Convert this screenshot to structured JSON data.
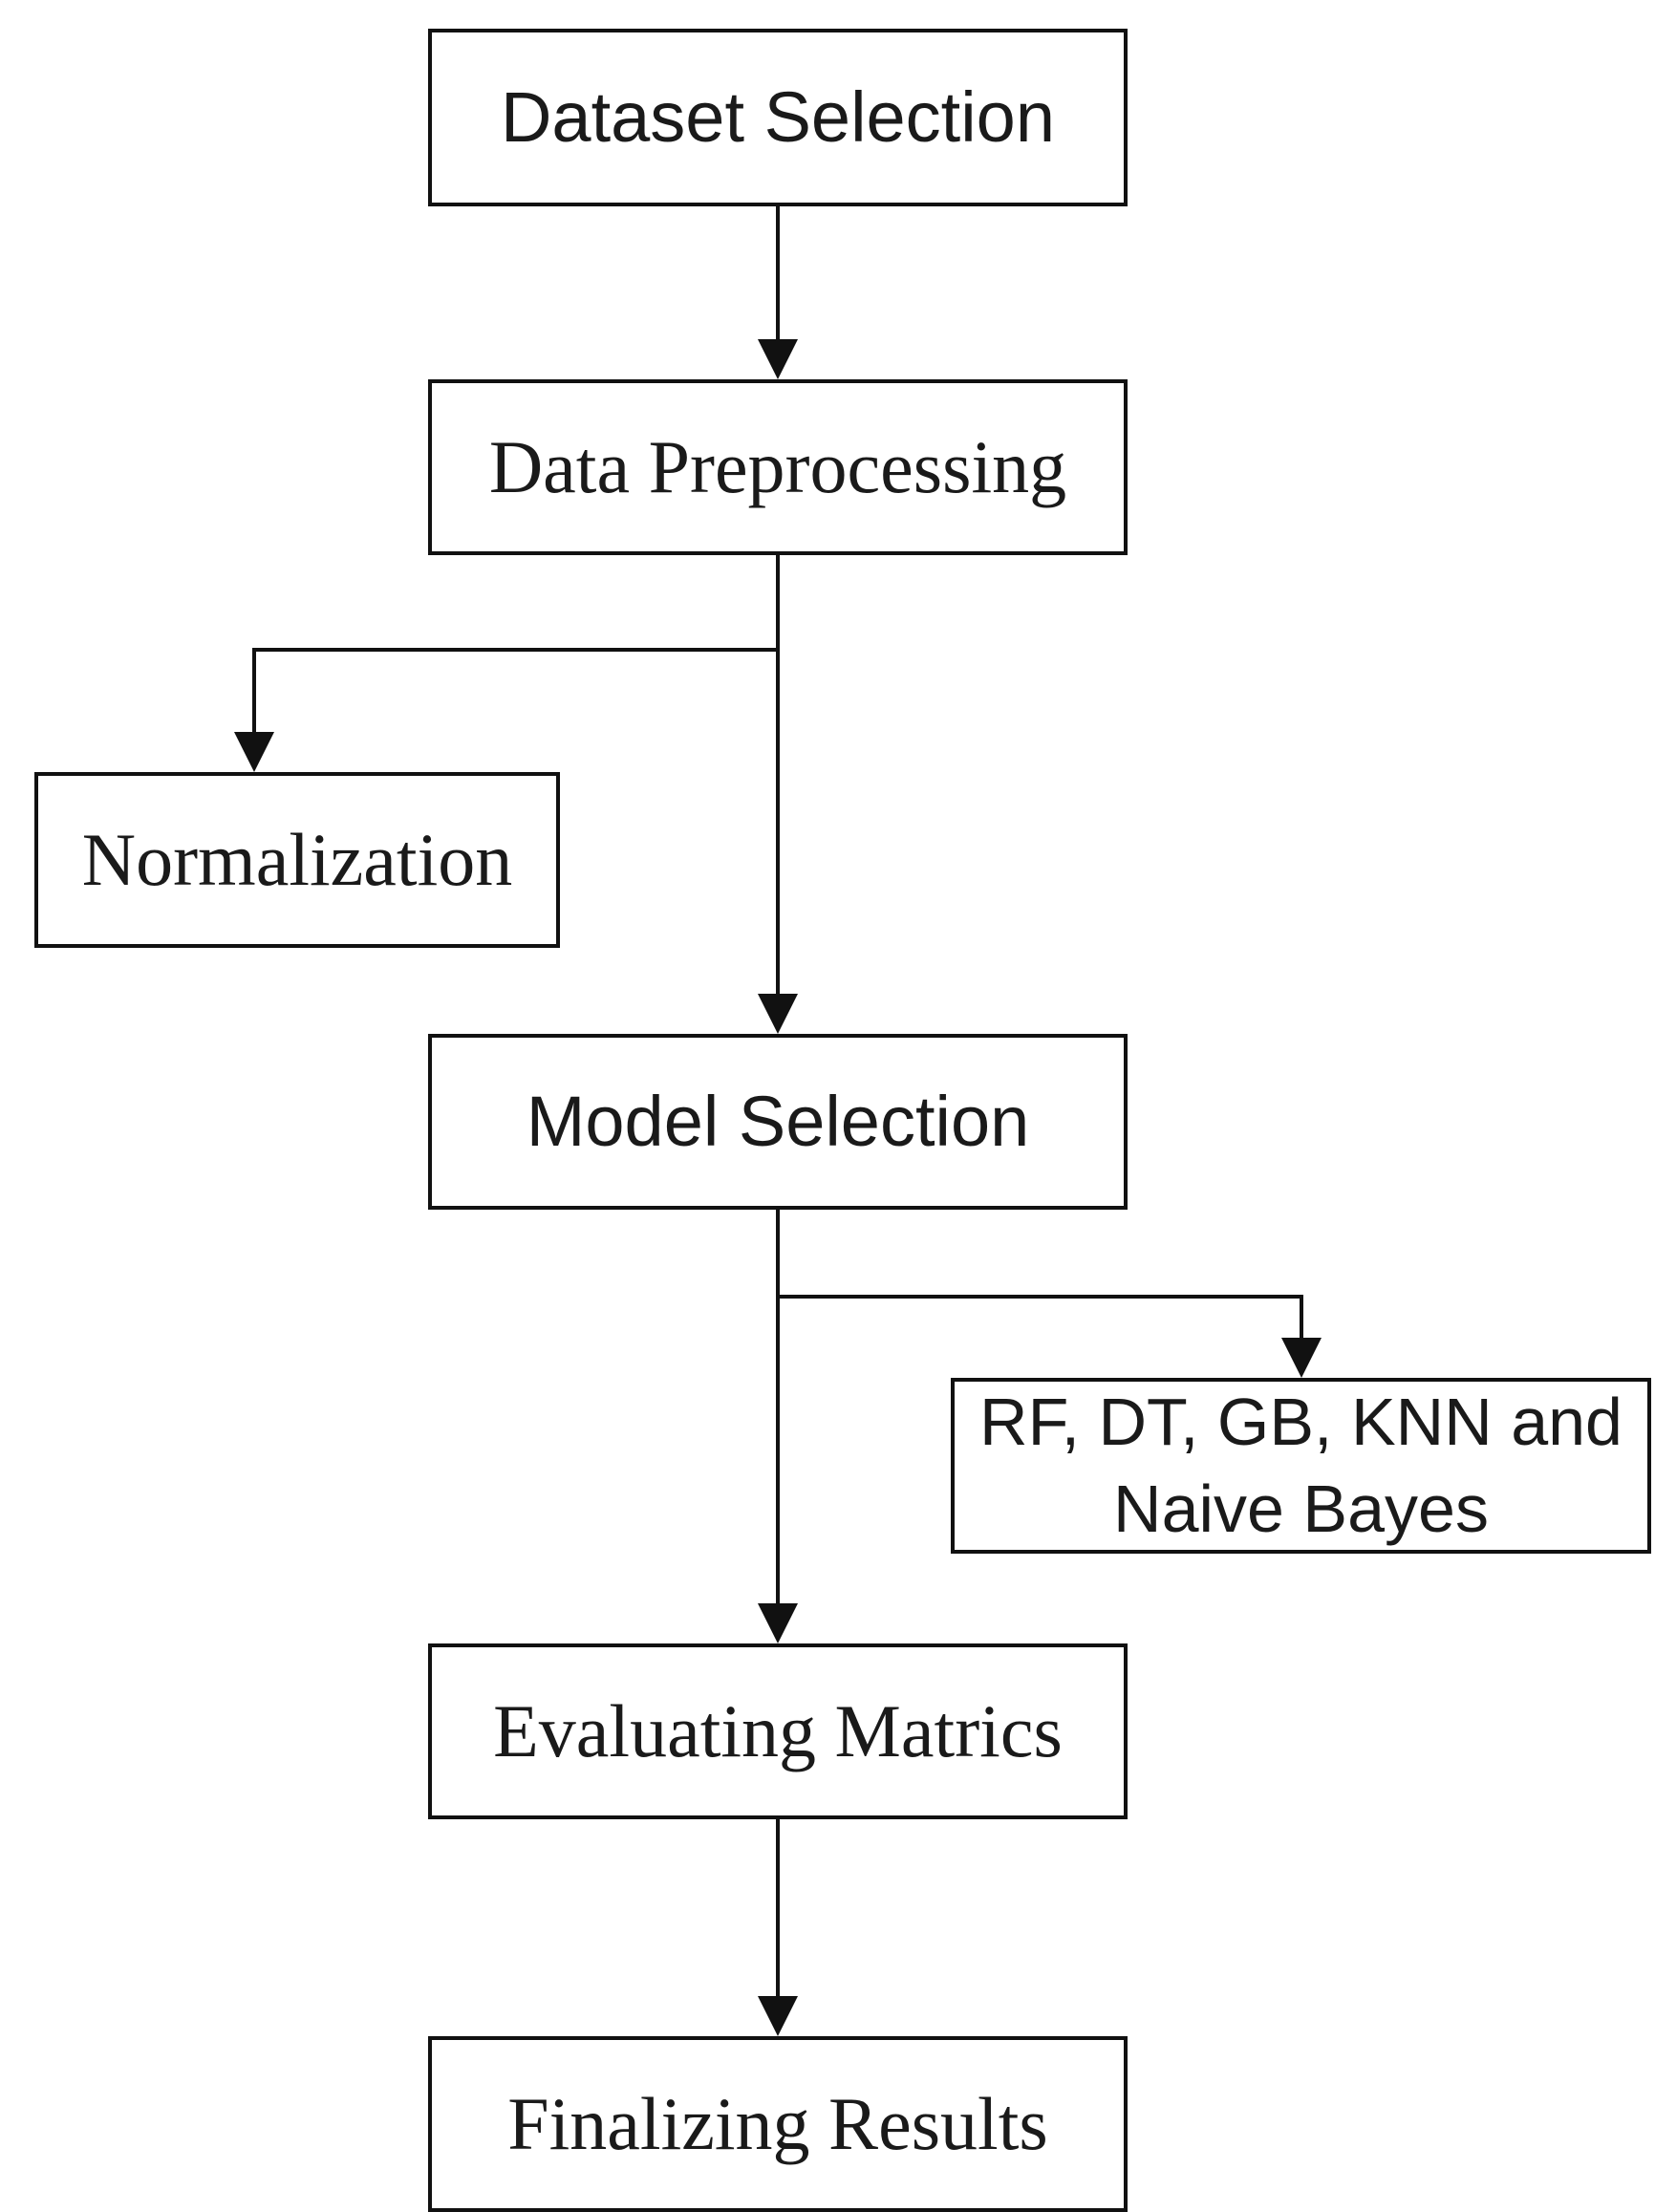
{
  "nodes": {
    "dataset_selection": "Dataset Selection",
    "data_preprocessing": "Data Preprocessing",
    "normalization": "Normalization",
    "model_selection": "Model Selection",
    "models_line1": "RF, DT, GB, KNN and",
    "models_line2": "Naive Bayes",
    "evaluating_matrics": "Evaluating Matrics",
    "finalizing_results": "Finalizing Results"
  },
  "colors": {
    "stroke": "#111111",
    "text": "#1a1a1a",
    "background": "#ffffff"
  }
}
